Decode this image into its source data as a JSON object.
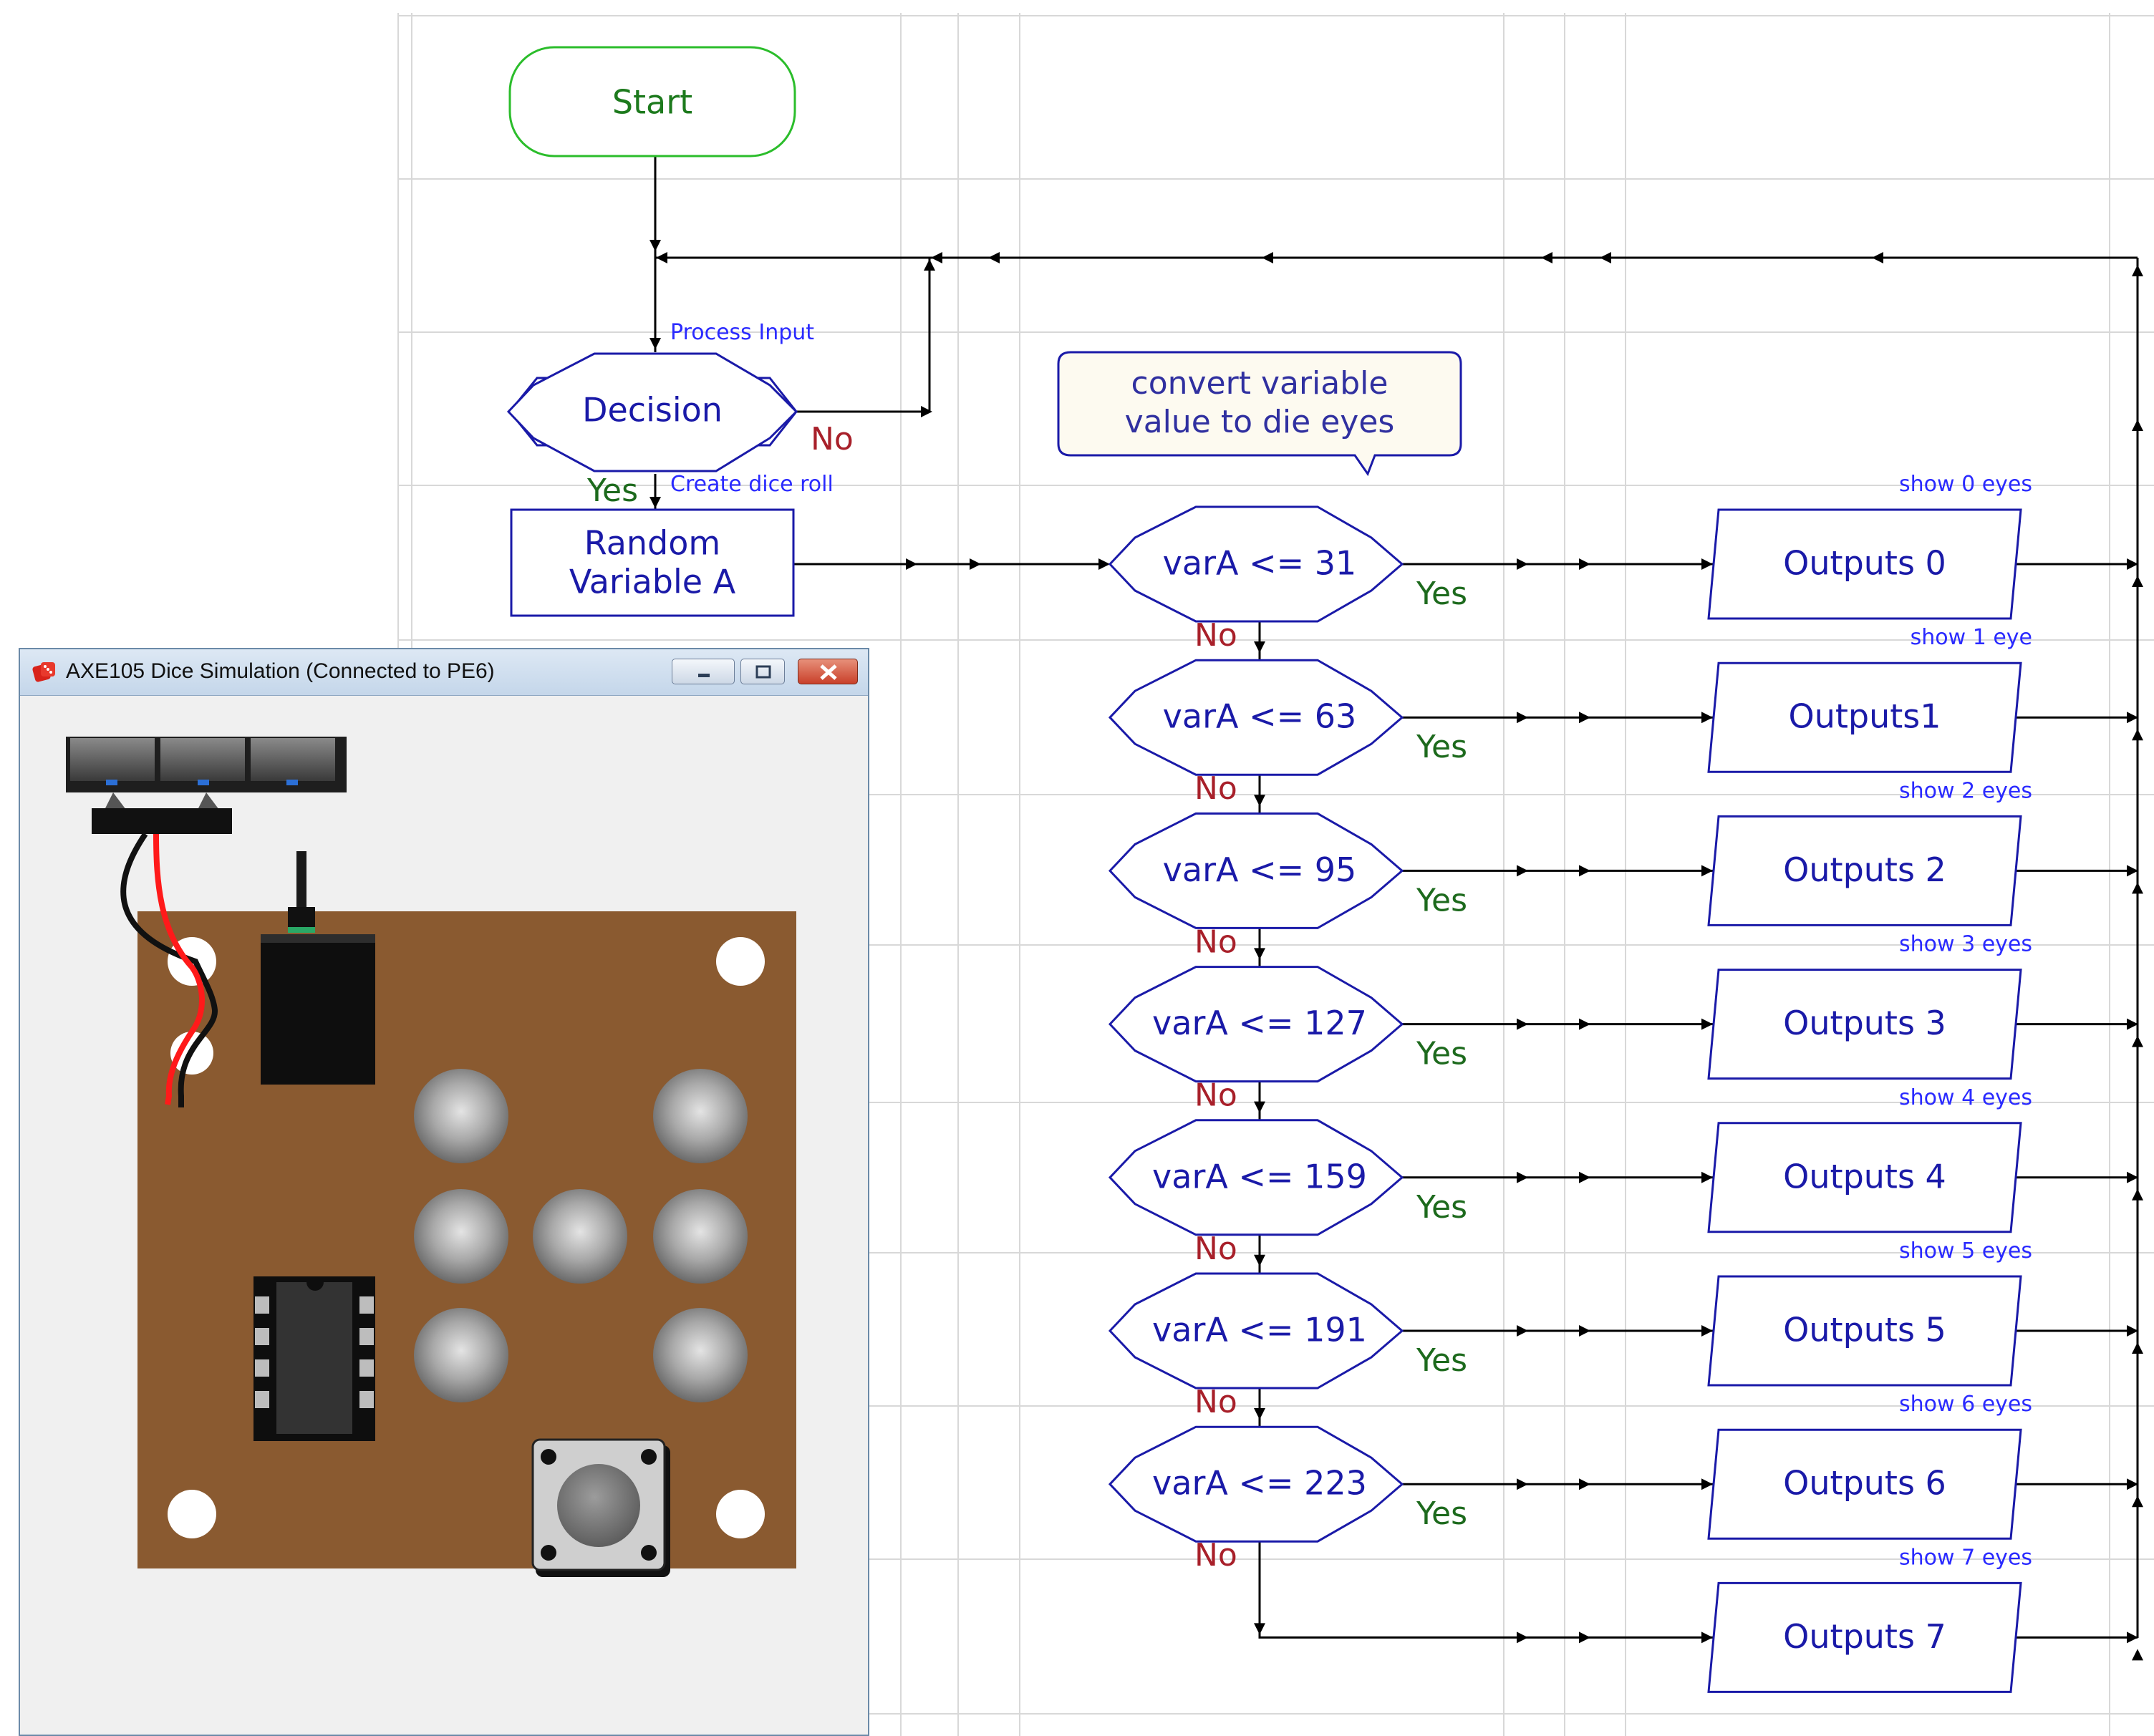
{
  "flowchart": {
    "start_label": "Start",
    "decision": {
      "label": "Decision",
      "annotation": "Process Input",
      "yes_label": "Yes",
      "no_label": "No"
    },
    "random_block": {
      "line1": "Random",
      "line2": "Variable A",
      "annotation": "Create dice roll"
    },
    "comment": {
      "line1": "convert variable",
      "line2": "value to die eyes"
    },
    "compares": [
      {
        "label": "varA <= 31",
        "yes": "Yes",
        "no": "No"
      },
      {
        "label": "varA <= 63",
        "yes": "Yes",
        "no": "No"
      },
      {
        "label": "varA <= 95",
        "yes": "Yes",
        "no": "No"
      },
      {
        "label": "varA <= 127",
        "yes": "Yes",
        "no": "No"
      },
      {
        "label": "varA <= 159",
        "yes": "Yes",
        "no": "No"
      },
      {
        "label": "varA <= 191",
        "yes": "Yes",
        "no": "No"
      },
      {
        "label": "varA <= 223",
        "yes": "Yes",
        "no": "No"
      }
    ],
    "outputs": [
      {
        "label": "Outputs 0",
        "annotation": "show 0 eyes"
      },
      {
        "label": "Outputs1",
        "annotation": "show 1 eye"
      },
      {
        "label": "Outputs 2",
        "annotation": "show 2 eyes"
      },
      {
        "label": "Outputs 3",
        "annotation": "show 3 eyes"
      },
      {
        "label": "Outputs 4",
        "annotation": "show 4 eyes"
      },
      {
        "label": "Outputs 5",
        "annotation": "show 5 eyes"
      },
      {
        "label": "Outputs 6",
        "annotation": "show 6 eyes"
      },
      {
        "label": "Outputs 7",
        "annotation": "show 7 eyes"
      }
    ],
    "colors": {
      "grid": "#d8d8d8",
      "symbol_border": "#1a1aa8",
      "start_border": "#2bbd2b",
      "start_text": "#1d7a1d",
      "yes": "#1d6a1d",
      "no": "#a8202a",
      "annotation": "#2a2aff",
      "comment_fill": "#fdfaf0"
    }
  },
  "sim_window": {
    "title": "AXE105 Dice Simulation (Connected to PE6)",
    "app_icon": "dice-icon",
    "buttons": [
      "minimize-icon",
      "maximize-icon",
      "close-icon"
    ],
    "board_color": "#8a5a30",
    "led_state": "off"
  }
}
